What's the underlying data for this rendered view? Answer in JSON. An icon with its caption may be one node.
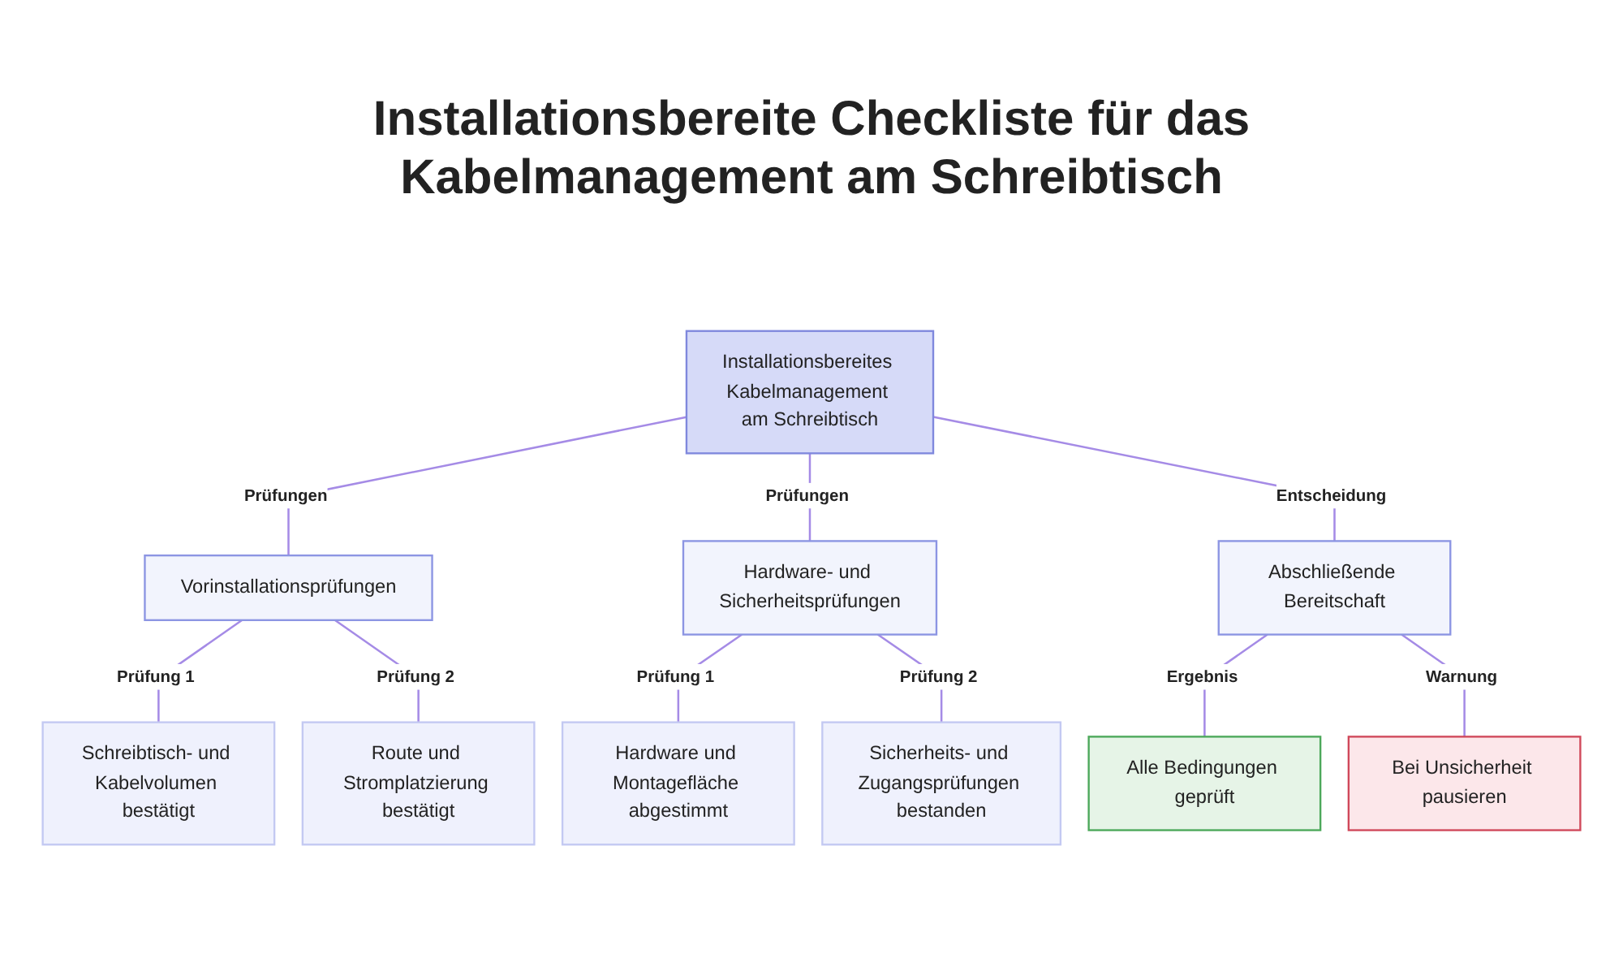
{
  "diagram": {
    "title": "Installationsbereite Checkliste für das Kabelmanagement am Schreibtisch",
    "nodes": [
      {
        "text": [
          "Installationsbereites Kabelmanagement am Schreibtisch"
        ]
      },
      {
        "text": [
          "Vorinstallationsprüfungen"
        ]
      },
      {
        "text": [
          "Hardware- und Sicherheitsprüfungen"
        ]
      },
      {
        "text": [
          "Abschließende Bereitschaft"
        ]
      },
      {
        "text": [
          "Schreibtisch- und Kabelvolumen bestätigt"
        ]
      },
      {
        "text": [
          "Route und Stromplatzierung bestätigt"
        ]
      },
      {
        "text": [
          "Hardware und Montagefläche abgestimmt"
        ]
      },
      {
        "text": [
          "Sicherheits- und Zugangsprüfungen bestanden"
        ]
      },
      {
        "text": [
          "Alle Bedingungen geprüft"
        ]
      },
      {
        "text": [
          "Bei Unsicherheit pausieren"
        ]
      }
    ],
    "edges": [
      {
        "from": 0,
        "to": 1,
        "arrow": "none",
        "label": "Prüfungen"
      },
      {
        "from": 0,
        "to": 2,
        "arrow": "none",
        "label": "Prüfungen"
      },
      {
        "from": 0,
        "to": 3,
        "arrow": "none",
        "label": "Entscheidung"
      },
      {
        "from": 1,
        "to": 4,
        "arrow": "none",
        "label": "Prüfung 1"
      },
      {
        "from": 1,
        "to": 5,
        "arrow": "none",
        "label": "Prüfung 2"
      },
      {
        "from": 2,
        "to": 6,
        "arrow": "none",
        "label": "Prüfung 1"
      },
      {
        "from": 2,
        "to": 7,
        "arrow": "none",
        "label": "Prüfung 2"
      },
      {
        "from": 3,
        "to": 8,
        "arrow": "none",
        "label": "Ergebnis"
      },
      {
        "from": 3,
        "to": 9,
        "arrow": "none",
        "label": "Warnung"
      }
    ]
  }
}
